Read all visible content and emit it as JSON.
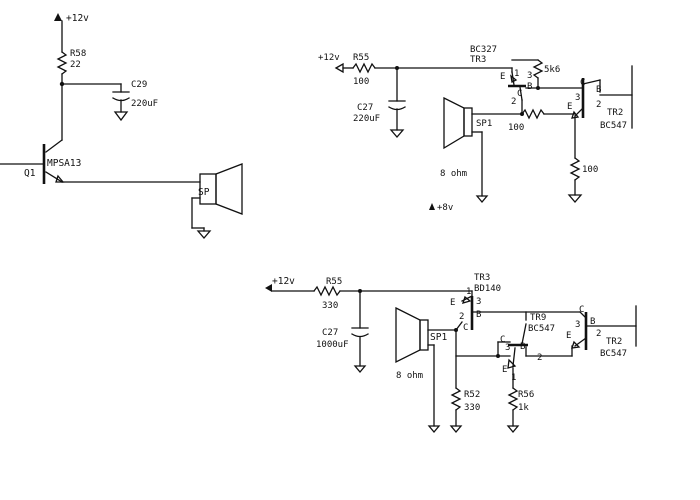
{
  "circuit1": {
    "supply": "+12v",
    "resistor_name": "R58",
    "resistor_value": "22",
    "capacitor_name": "C29",
    "capacitor_value": "220uF",
    "transistor_ref": "Q1",
    "transistor_part": "MPSA13",
    "speaker_label": "SP"
  },
  "circuit2": {
    "supply": "+12v",
    "r_in_name": "R55",
    "r_in_value": "100",
    "cap_name": "C27",
    "cap_value": "220uF",
    "tr3_part": "BC327",
    "tr3_ref": "TR3",
    "pot_value": "5k6",
    "tr2_ref": "TR2",
    "tr2_part": "BC547",
    "speaker_label": "SP1",
    "speaker_impedance": "8 ohm",
    "r_mid_value": "100",
    "r_low_value": "100",
    "supply_small": "+8v",
    "pin_1": "1",
    "pin_2": "2",
    "pin_3": "3",
    "e_label": "E",
    "c_label": "C",
    "b_label": "B"
  },
  "circuit3": {
    "supply": "+12v",
    "r_in_name": "R55",
    "r_in_value": "330",
    "cap_name": "C27",
    "cap_value": "1000uF",
    "tr3_ref": "TR3",
    "tr3_part": "BD140",
    "tr9_ref": "TR9",
    "tr9_part": "BC547",
    "tr2_ref": "TR2",
    "tr2_part": "BC547",
    "speaker_label": "SP1",
    "speaker_impedance": "8 ohm",
    "r52_name": "R52",
    "r52_value": "330",
    "r56_name": "R56",
    "r56_value": "1k",
    "pin_1": "1",
    "pin_2": "2",
    "pin_3": "3",
    "e_label": "E",
    "c_label": "C",
    "b_label": "B"
  }
}
